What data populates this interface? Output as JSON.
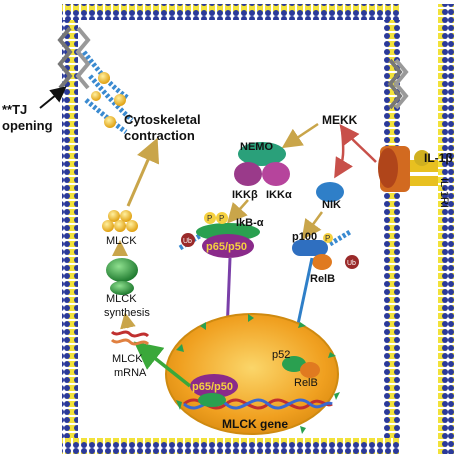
{
  "labels": {
    "tj_opening_line1": "**TJ",
    "tj_opening_line2": "opening",
    "cytoskeletal_line1": "Cytoskeletal",
    "cytoskeletal_line2": "contraction",
    "mekk": "MEKK",
    "nemo": "NEMO",
    "ikk_beta": "IKKβ",
    "ikk_alpha": "IKKα",
    "il1b": "IL-1β",
    "il1r": "IL-1RI",
    "nik": "NIK",
    "ikb_alpha": "IkB-α",
    "p65p50_cyto": "p65/p50",
    "p100": "p100",
    "relb_cyto": "RelB",
    "mlck": "MLCK",
    "mlck_synth_line1": "MLCK",
    "mlck_synth_line2": "synthesis",
    "mlck_mrna_line1": "MLCK",
    "mlck_mrna_line2": "mRNA",
    "p52": "p52",
    "relb_nuc": "RelB",
    "p65p50_nuc": "p65/p50",
    "mlck_gene": "MLCK gene",
    "p_mark": "P",
    "ub_mark": "Ub"
  },
  "colors": {
    "membrane_head": "#2b3a9a",
    "membrane_tail": "#f2e23a",
    "arrow_gold": "#c9a54a",
    "arrow_red": "#c8504a",
    "arrow_purple": "#7a3fa8",
    "arrow_blue": "#2f7fc8",
    "arrow_green": "#3aa83a",
    "nucleus": "#f0a020",
    "nucleus_inner": "#f8c848",
    "p_badge": "#f5d040",
    "ub_badge": "#9a2a2a"
  }
}
